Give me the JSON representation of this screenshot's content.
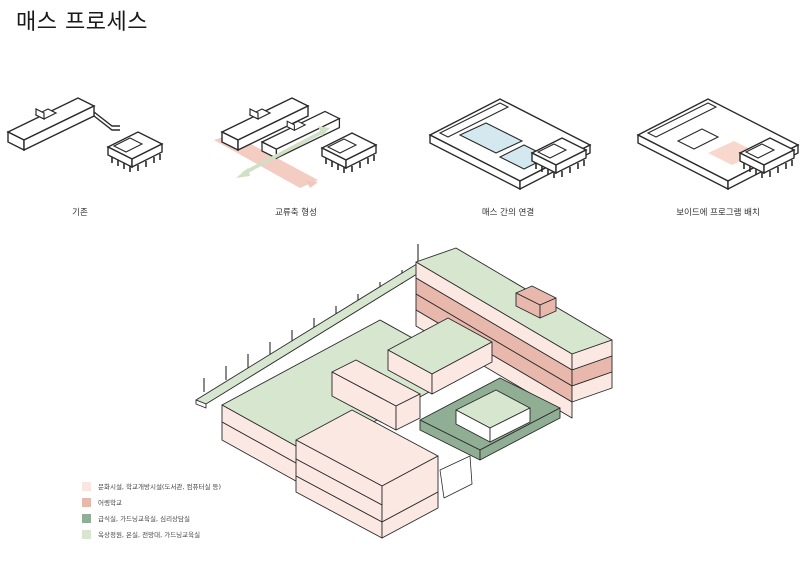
{
  "title": "매스 프로세스",
  "steps": [
    {
      "caption": "기존"
    },
    {
      "caption": "교류축 형성"
    },
    {
      "caption": "매스 간의 연결"
    },
    {
      "caption": "보이드에 프로그램 배치"
    }
  ],
  "legend": [
    {
      "label": "문화시설, 학교개방시설(도서관, 컴퓨터실 등)",
      "color": "#f9e6e1"
    },
    {
      "label": "어렝학교",
      "color": "#e8b8ad"
    },
    {
      "label": "급식실, 가드닝교육실, 심리상담실",
      "color": "#8fae94"
    },
    {
      "label": "옥상정원, 온실, 전망대, 가드닝교육실",
      "color": "#d7e6cf"
    }
  ],
  "colors": {
    "culture": "#fbe8e3",
    "school": "#e8b8ad",
    "dining": "#8fae94",
    "roof": "#d7e6cf",
    "axis": "#f2c7bb",
    "connector": "#d4e9ef",
    "void": "#f7d3c6",
    "line": "#2a2a2a"
  }
}
